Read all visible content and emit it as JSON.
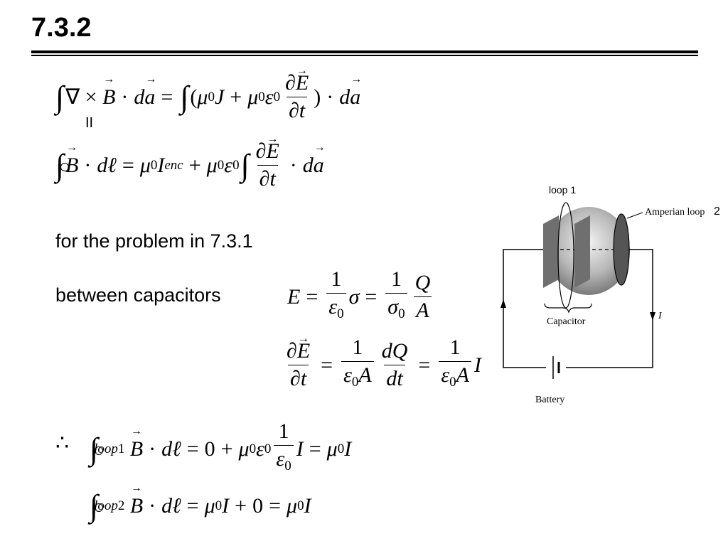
{
  "slide": {
    "title": "7.3.2",
    "line_for": "for the problem in 7.3.1",
    "line_between": "between capacitors",
    "equals_vertical": "II",
    "therefore": "∴"
  },
  "figure": {
    "loop1": "loop 1",
    "amperian": "Amperian loop",
    "amperian_num": "2",
    "capacitor": "Capacitor",
    "battery": "Battery",
    "current": "I"
  },
  "colors": {
    "text": "#000000",
    "background": "#ffffff",
    "figure_gray": "#7d7d7d"
  }
}
